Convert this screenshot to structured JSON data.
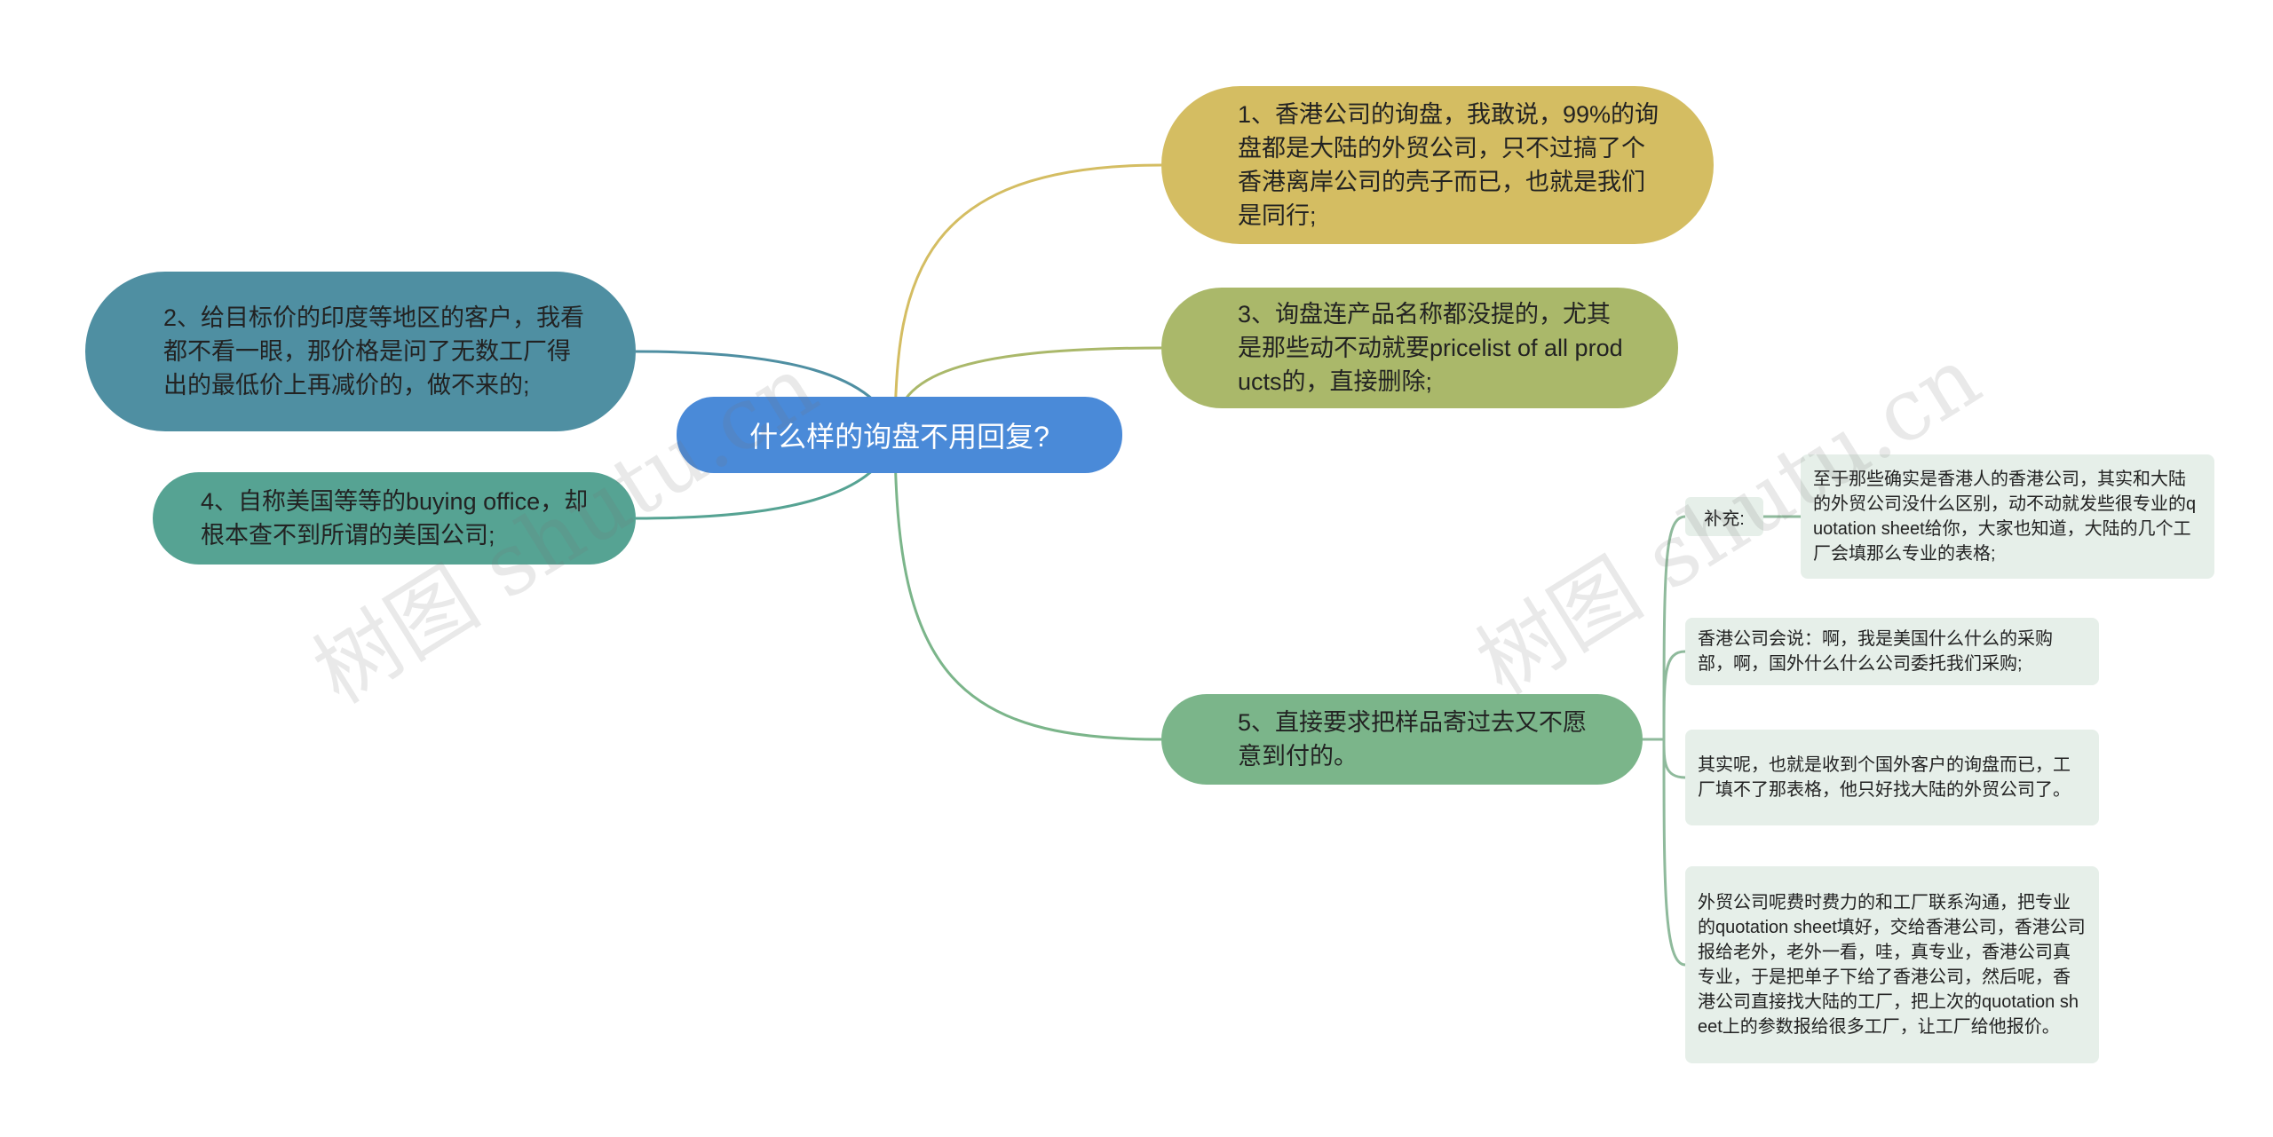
{
  "watermark": "树图 shutu.cn",
  "center": {
    "label": "什么样的询盘不用回复?"
  },
  "branches": [
    {
      "id": "b1",
      "text": "1、香港公司的询盘，我敢说，99%的询盘都是大陆的外贸公司，只不过搞了个香港离岸公司的壳子而已，也就是我们是同行;",
      "color": "#d4bd62"
    },
    {
      "id": "b2",
      "text": "2、给目标价的印度等地区的客户，我看都不看一眼，那价格是问了无数工厂得出的最低价上再减价的，做不来的;",
      "color": "#4f8fa2"
    },
    {
      "id": "b3",
      "text": "3、询盘连产品名称都没提的，尤其是那些动不动就要pricelist of all products的，直接删除;",
      "color": "#aab86a"
    },
    {
      "id": "b4",
      "text": "4、自称美国等等的buying office，却根本查不到所谓的美国公司;",
      "color": "#56a393"
    },
    {
      "id": "b5",
      "text": "5、直接要求把样品寄过去又不愿意到付的。",
      "color": "#7bb58a"
    }
  ],
  "sub": {
    "label": "补充:",
    "label_child": "至于那些确实是香港人的香港公司，其实和大陆的外贸公司没什么区别，动不动就发些很专业的quotation sheet给你，大家也知道，大陆的几个工厂会填那么专业的表格;",
    "leaves": [
      "香港公司会说：啊，我是美国什么什么的采购部，啊，国外什么什么公司委托我们采购;",
      "其实呢，也就是收到个国外客户的询盘而已，工厂填不了那表格，他只好找大陆的外贸公司了。",
      "外贸公司呢费时费力的和工厂联系沟通，把专业的quotation sheet填好，交给香港公司，香港公司报给老外，老外一看，哇，真专业，香港公司真专业，于是把单子下给了香港公司，然后呢，香港公司直接找大陆的工厂，把上次的quotation sheet上的参数报给很多工厂，让工厂给他报价。"
    ]
  },
  "line_color": "#8fba9c"
}
